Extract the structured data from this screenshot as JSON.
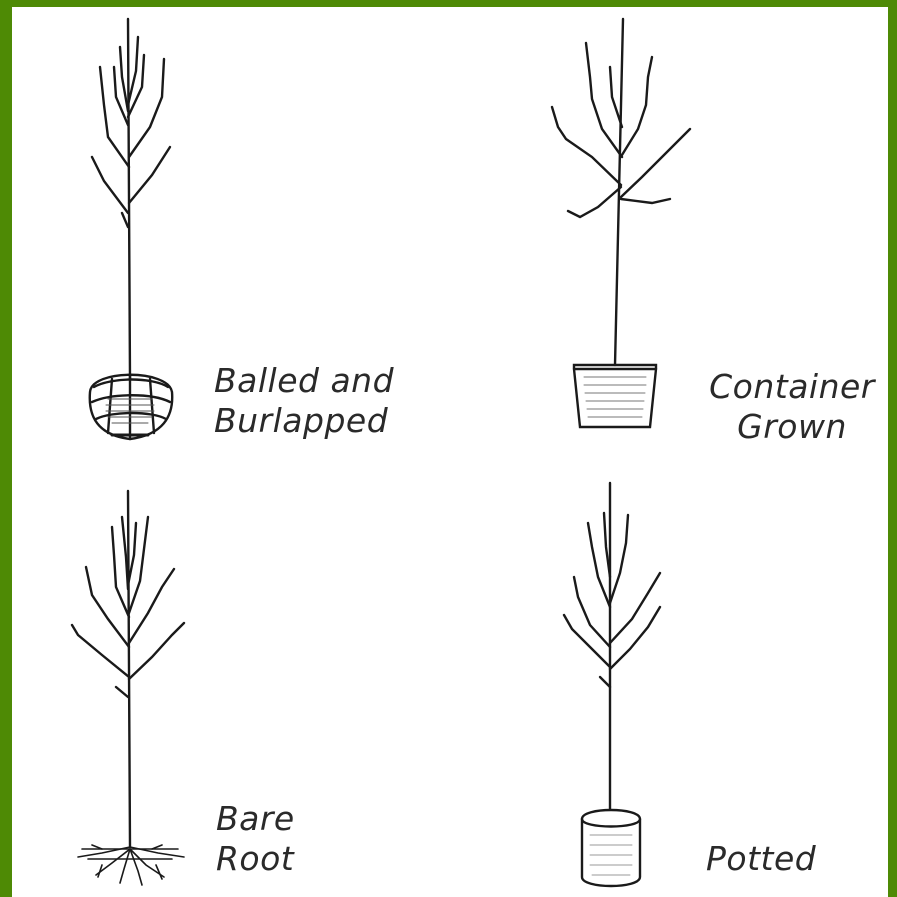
{
  "labels": {
    "balled_line1": "Balled and",
    "balled_line2": "Burlapped",
    "container_line1": "Container",
    "container_line2": "Grown",
    "bare_line1": "Bare",
    "bare_line2": "Root",
    "potted": "Potted"
  },
  "colors": {
    "border": "#4e8a05",
    "background": "#ffffff",
    "ink": "#1a1a1a"
  }
}
